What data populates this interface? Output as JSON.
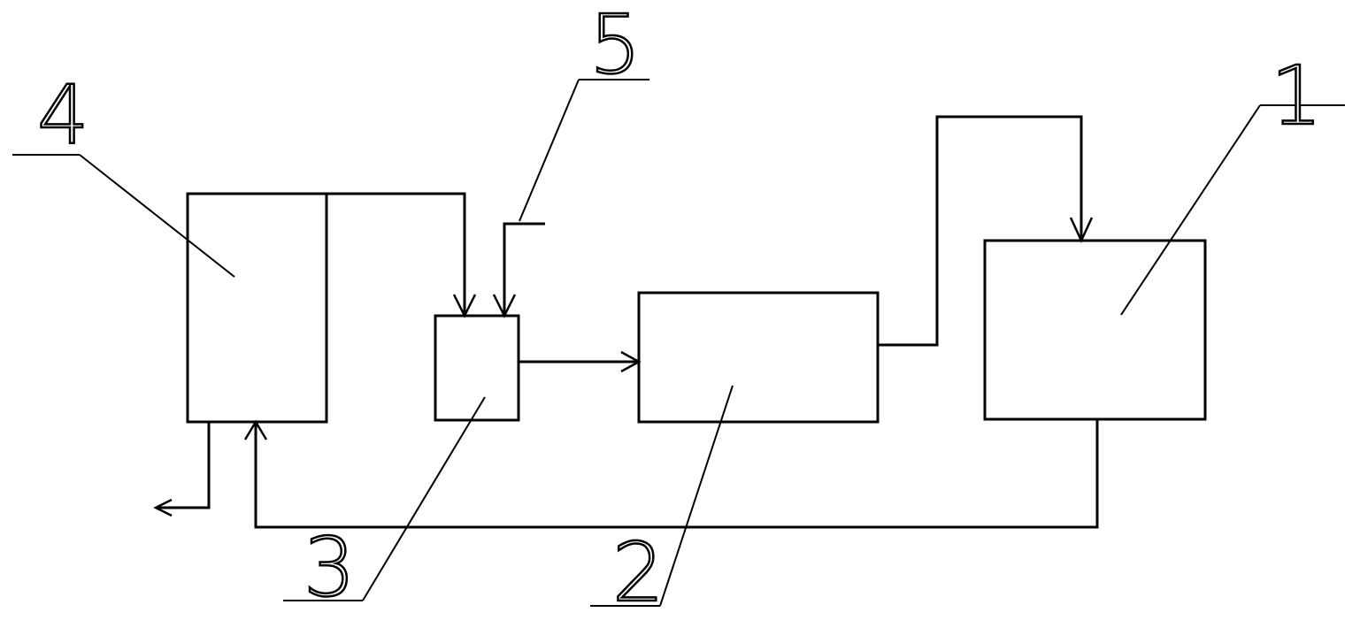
{
  "labels": {
    "component_1": "1",
    "component_2": "2",
    "component_3": "3",
    "component_4": "4",
    "component_5": "5"
  },
  "colors": {
    "line": "#000000",
    "background": "#ffffff"
  }
}
